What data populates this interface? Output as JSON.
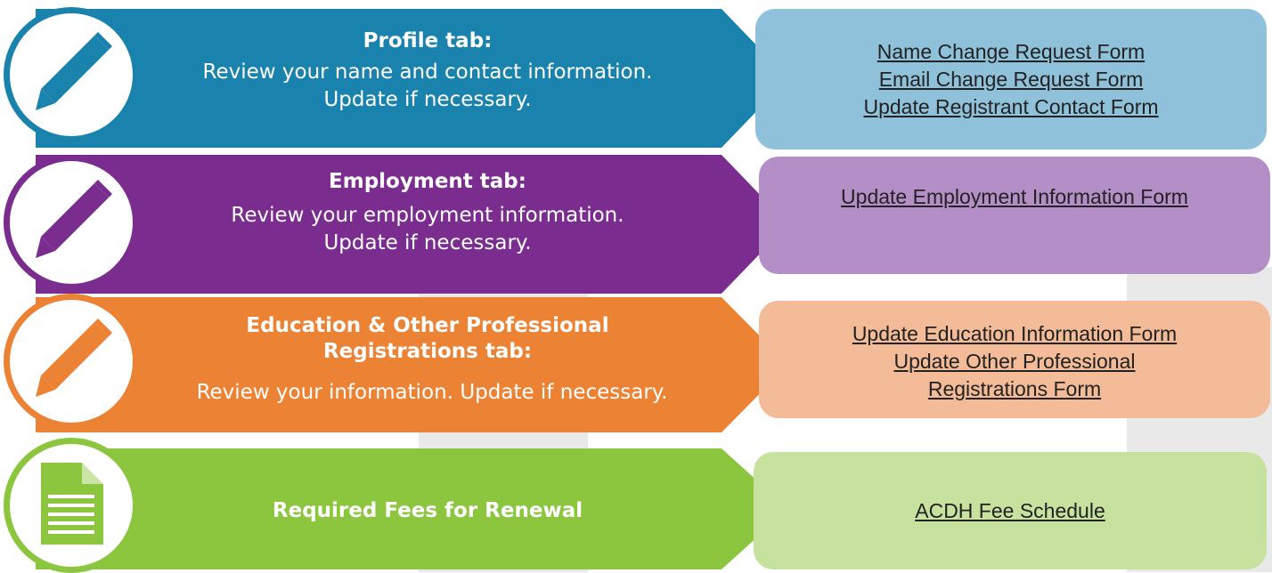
{
  "colors": {
    "profile": "#1a83ad",
    "profile_box": "#8fc2da",
    "employment": "#7b2c8f",
    "employment_box": "#b48ec6",
    "education": "#ec8234",
    "education_box": "#f3bb97",
    "fees": "#8cc63f",
    "fees_box": "#c7e29f"
  },
  "sections": [
    {
      "icon": "pencil-icon",
      "title": "Profile tab:",
      "description": "Review your name and contact information.\nUpdate if necessary.",
      "forms": [
        "Name Change Request Form",
        "Email Change Request Form",
        "Update Registrant Contact Form"
      ]
    },
    {
      "icon": "pencil-icon",
      "title": "Employment tab:",
      "description": "Review your employment information.\nUpdate if necessary.",
      "forms": [
        "Update Employment Information Form"
      ]
    },
    {
      "icon": "pencil-icon",
      "title": "Education & Other Professional Registrations tab:",
      "description": "Review your information. Update if necessary.",
      "forms": [
        "Update Education Information Form",
        "Update Other Professional Registrations Form"
      ]
    },
    {
      "icon": "document-icon",
      "title": "Required Fees for Renewal",
      "description": "",
      "forms": [
        "ACDH Fee Schedule"
      ]
    }
  ]
}
